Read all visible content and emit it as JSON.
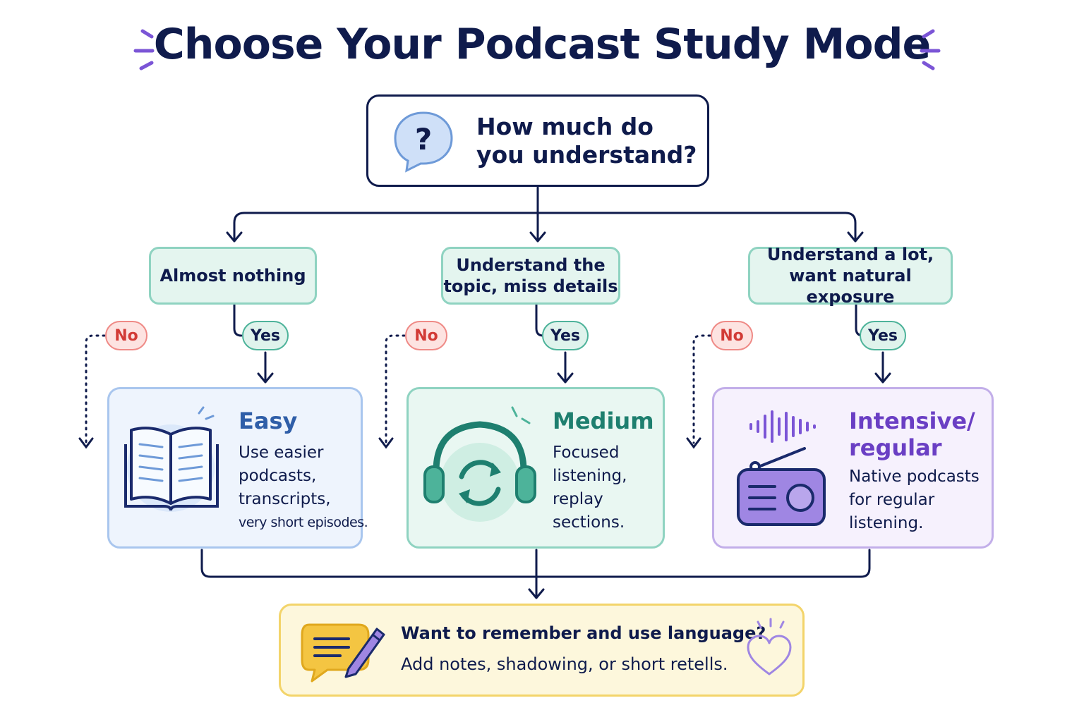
{
  "title": "Choose Your Podcast Study Mode",
  "question": {
    "text_line1": "How much do",
    "text_line2": "you understand?",
    "icon": "question-speech-bubble-icon"
  },
  "branches": [
    {
      "condition_line1": "Almost nothing",
      "condition_line2": "",
      "no_label": "No",
      "yes_label": "Yes",
      "mode": "Easy",
      "description": [
        "Use easier",
        "podcasts,",
        "transcripts,",
        "very short episodes."
      ],
      "icon": "open-book-icon",
      "color": "#2f5ea8"
    },
    {
      "condition_line1": "Understand the",
      "condition_line2": "topic, miss details",
      "no_label": "No",
      "yes_label": "Yes",
      "mode": "Medium",
      "description": [
        "Focused",
        "listening,",
        "replay",
        "sections."
      ],
      "icon": "headphones-replay-icon",
      "color": "#1e7f6f"
    },
    {
      "condition_line1": "Understand a lot,",
      "condition_line2": "want natural exposure",
      "no_label": "No",
      "yes_label": "Yes",
      "mode_line1": "Intensive/",
      "mode_line2": "regular",
      "description": [
        "Native podcasts",
        "for regular",
        "listening."
      ],
      "icon": "radio-soundwave-icon",
      "color": "#6a3fc4"
    }
  ],
  "final": {
    "question": "Want to remember and use language?",
    "answer": "Add notes, shadowing, or short retells.",
    "icon": "notes-chat-pencil-icon",
    "extra_icon": "heart-icon"
  },
  "colors": {
    "navy": "#0f1b4c",
    "no_red": "#d23b36",
    "yes_teal": "#4db39a",
    "easy_border": "#a9c6ee",
    "medium_border": "#8fd3c1",
    "intensive_border": "#c2aee9",
    "final_border": "#f3d46a"
  }
}
